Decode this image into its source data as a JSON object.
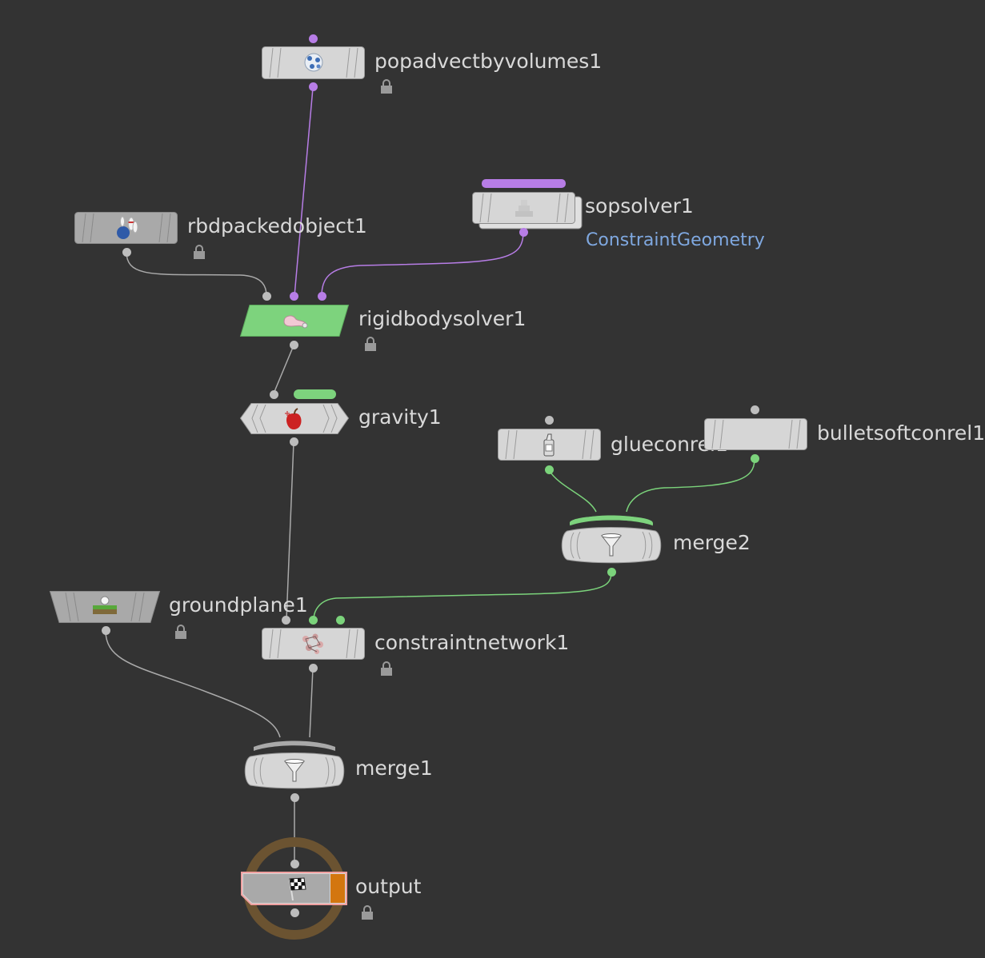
{
  "app": "Houdini DOP Network Editor",
  "colors": {
    "background": "#333333",
    "node_body": "#d6d6d6",
    "node_grey": "#a9a9a9",
    "node_green": "#7dd37d",
    "wire_grey": "#aaaaaa",
    "wire_purple": "#b77de6",
    "wire_green": "#7bd37b",
    "output_ring": "#6b5331",
    "output_flag": "#d3760f",
    "sublabel": "#7fa8e0"
  },
  "nodes": {
    "popadvect": {
      "name": "popadvectbyvolumes1",
      "icon": "particles-icon",
      "locked": true
    },
    "rbdpacked": {
      "name": "rbdpackedobject1",
      "icon": "bowling-icon",
      "locked": true
    },
    "sopsolver": {
      "name": "sopsolver1",
      "sublabel": "ConstraintGeometry",
      "icon": "sop-solver-icon",
      "locked": false
    },
    "rigidbody": {
      "name": "rigidbodysolver1",
      "icon": "rigid-body-icon",
      "locked": true
    },
    "gravity": {
      "name": "gravity1",
      "icon": "apple-icon",
      "locked": false
    },
    "glue": {
      "name": "glueconrel1",
      "icon": "glue-icon",
      "locked": false
    },
    "bullet": {
      "name": "bulletsoftconrel1",
      "icon": "none",
      "locked": false
    },
    "merge2": {
      "name": "merge2",
      "icon": "funnel-icon",
      "locked": false
    },
    "groundplane": {
      "name": "groundplane1",
      "icon": "ground-icon",
      "locked": true
    },
    "constraintnet": {
      "name": "constraintnetwork1",
      "icon": "network-icon",
      "locked": true
    },
    "merge1": {
      "name": "merge1",
      "icon": "funnel-icon",
      "locked": false
    },
    "output": {
      "name": "output",
      "icon": "checkered-flag-icon",
      "locked": true
    }
  }
}
